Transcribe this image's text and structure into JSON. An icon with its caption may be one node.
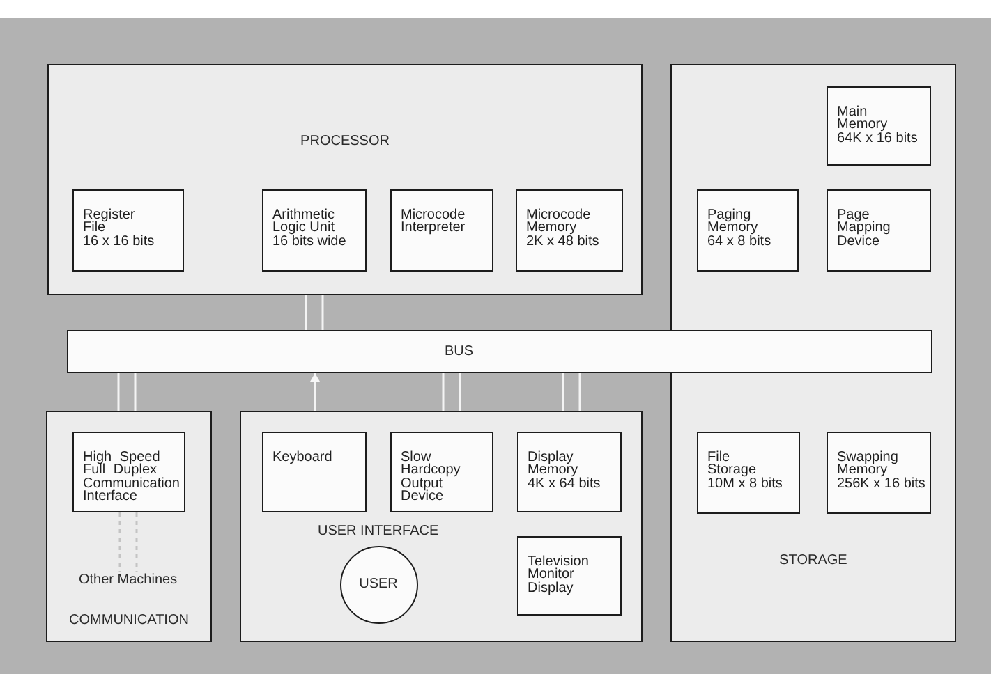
{
  "diagram": {
    "nodes": [
      {
        "text": [
          "PROCESSOR"
        ]
      },
      {
        "text": [
          "Register File",
          "16 x 16 bits"
        ],
        "in": 0
      },
      {
        "text": [
          "Arithmetic Logic Unit",
          "16 bits wide"
        ],
        "in": 0
      },
      {
        "text": [
          "Microcode Interpreter"
        ],
        "in": 0
      },
      {
        "text": [
          "Microcode Memory",
          "2K x 48 bits"
        ],
        "in": 0
      },
      {
        "text": [
          "STORAGE"
        ]
      },
      {
        "text": [
          "Main Memory",
          "64K x 16 bits"
        ],
        "in": 5
      },
      {
        "text": [
          "Paging Memory",
          "64 x 8 bits"
        ],
        "in": 5
      },
      {
        "text": [
          "Page Mapping Device"
        ],
        "in": 5
      },
      {
        "text": [
          "File Storage",
          "10M x 8 bits"
        ],
        "in": 5
      },
      {
        "text": [
          "Swapping Memory",
          "256K x 16 bits"
        ],
        "in": 5
      },
      {
        "text": [
          "BUS"
        ]
      },
      {
        "text": [
          "COMMUNICATION"
        ]
      },
      {
        "text": [
          "High Speed Full Duplex Communication Interface"
        ],
        "in": 12
      },
      {
        "text": [
          "Other Machines"
        ],
        "in": 12
      },
      {
        "text": [
          "USER INTERFACE"
        ]
      },
      {
        "text": [
          "Keyboard"
        ],
        "in": 15
      },
      {
        "text": [
          "Slow Hardcopy Output Device"
        ],
        "in": 15
      },
      {
        "text": [
          "Display Memory",
          "4K x 64 bits"
        ],
        "in": 15
      },
      {
        "text": [
          "USER"
        ],
        "in": 15
      },
      {
        "text": [
          "Television Monitor Display"
        ],
        "in": 15
      }
    ],
    "edges": [
      {
        "from": 0,
        "to": 11,
        "arrow": "none"
      },
      {
        "from": 11,
        "to": 12,
        "arrow": "none"
      },
      {
        "from": 15,
        "to": 11,
        "arrow": "to"
      },
      {
        "from": 11,
        "to": 15,
        "arrow": "none"
      },
      {
        "from": 11,
        "to": 15,
        "arrow": "none"
      },
      {
        "from": 13,
        "to": 14,
        "arrow": "none",
        "style": "dashed",
        "color": "#c4c4c4"
      }
    ]
  }
}
